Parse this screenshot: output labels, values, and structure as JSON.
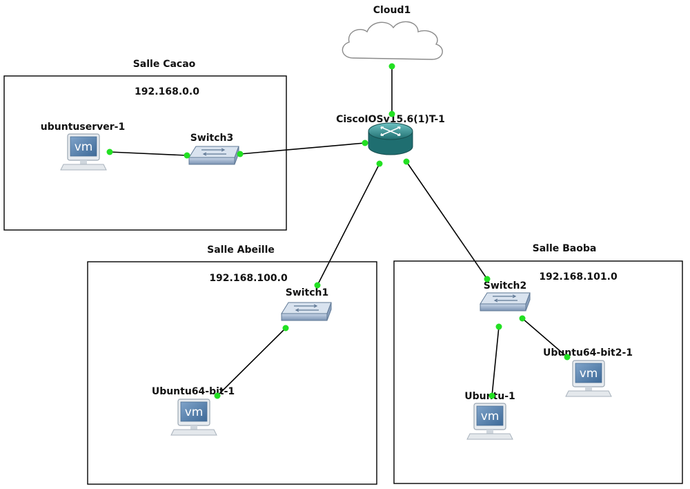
{
  "zones": {
    "cacao": {
      "title": "Salle Cacao",
      "subnet": "192.168.0.0"
    },
    "abeille": {
      "title": "Salle Abeille",
      "subnet": "192.168.100.0"
    },
    "baoba": {
      "title": "Salle Baoba",
      "subnet": "192.168.101.0"
    }
  },
  "nodes": {
    "cloud": {
      "label": "Cloud1"
    },
    "router": {
      "label": "CiscoIOSv15.6(1)T-1"
    },
    "switch3": {
      "label": "Switch3"
    },
    "switch1": {
      "label": "Switch1"
    },
    "switch2": {
      "label": "Switch2"
    },
    "ubuntuserver": {
      "label": "ubuntuserver-1",
      "screen": "vm"
    },
    "ubuntu64_1": {
      "label": "Ubuntu64-bit-1",
      "screen": "vm"
    },
    "ubuntu1": {
      "label": "Ubuntu-1",
      "screen": "vm"
    },
    "ubuntu64_2": {
      "label": "Ubuntu64-bit2-1",
      "screen": "vm"
    }
  },
  "colors": {
    "port": "#22e022",
    "router": "#2e8a8a",
    "switch": "#6f8fb4",
    "vm_screen": "#5b7fa8"
  }
}
